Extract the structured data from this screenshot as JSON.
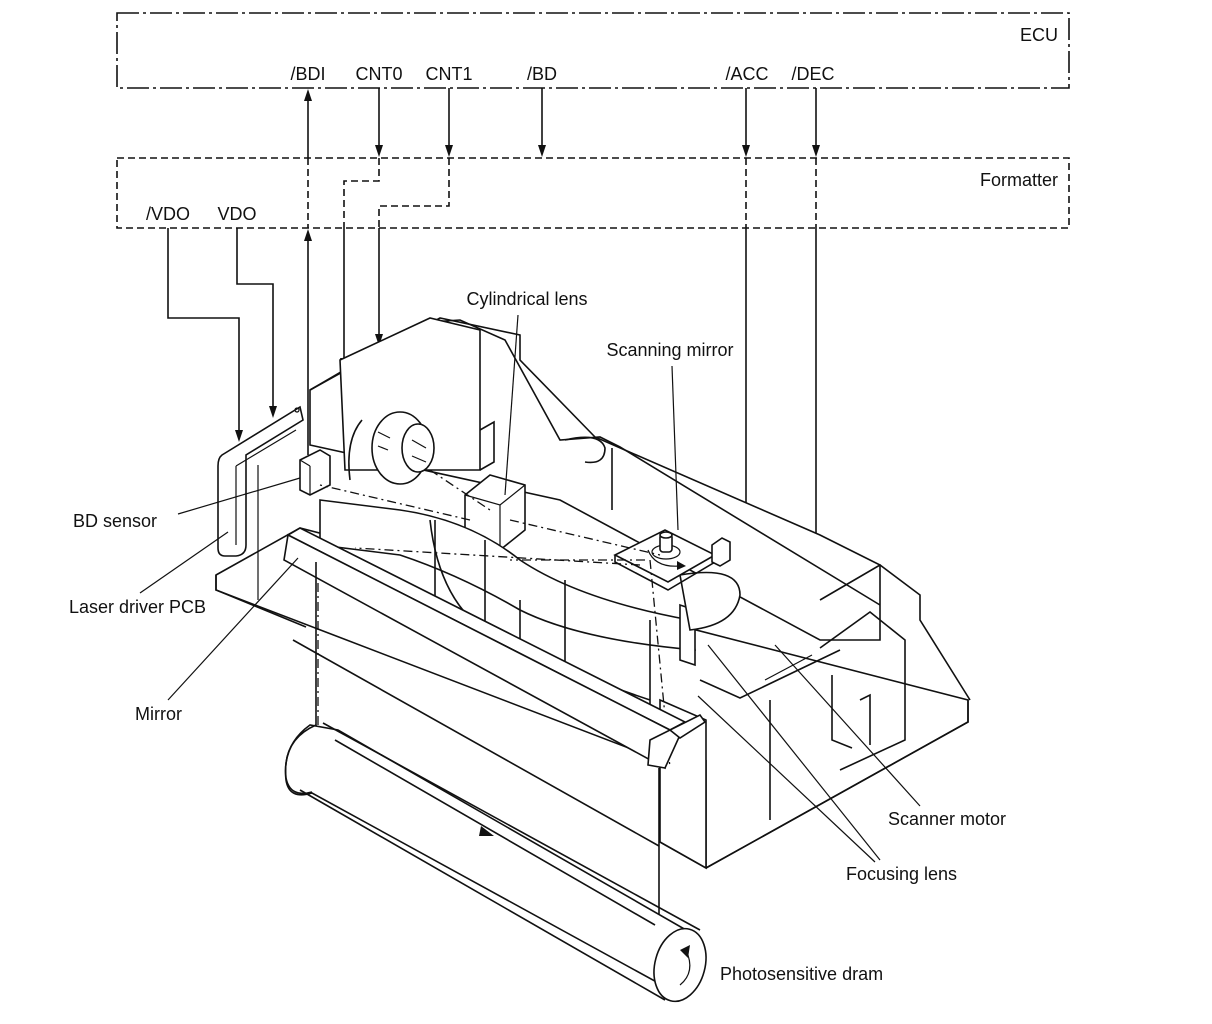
{
  "diagram": {
    "type": "laser scanner unit block diagram",
    "blocks": {
      "ecu": {
        "label": "ECU",
        "border_style": "dash-dot"
      },
      "formatter": {
        "label": "Formatter",
        "border_style": "dashed"
      }
    },
    "signals": {
      "bdi": "/BDI",
      "cnt0": "CNT0",
      "cnt1": "CNT1",
      "bd": "/BD",
      "acc": "/ACC",
      "dec": "/DEC",
      "nvdo": "/VDO",
      "vdo": "VDO"
    },
    "connections": [
      {
        "signal": "/BDI",
        "from": "BD sensor",
        "to": "ECU",
        "direction": "up",
        "passes_through": "Formatter"
      },
      {
        "signal": "CNT0",
        "from": "ECU",
        "to": "Formatter",
        "continues_to": "Laser driver PCB",
        "direction": "down"
      },
      {
        "signal": "CNT1",
        "from": "ECU",
        "to": "Formatter",
        "continues_to": "Laser driver PCB",
        "direction": "down"
      },
      {
        "signal": "/BD",
        "from": "ECU",
        "to": "Formatter",
        "direction": "down"
      },
      {
        "signal": "/ACC",
        "from": "ECU",
        "to": "Scanner motor",
        "direction": "down",
        "passes_through": "Formatter"
      },
      {
        "signal": "/DEC",
        "from": "ECU",
        "to": "Scanner motor",
        "direction": "down",
        "passes_through": "Formatter"
      },
      {
        "signal": "/VDO",
        "from": "Formatter",
        "to": "Laser driver PCB",
        "direction": "down"
      },
      {
        "signal": "VDO",
        "from": "Formatter",
        "to": "Laser driver PCB",
        "direction": "down"
      }
    ],
    "components": {
      "cylindrical_lens": "Cylindrical lens",
      "scanning_mirror": "Scanning mirror",
      "bd_sensor": "BD sensor",
      "laser_driver_pcb": "Laser driver PCB",
      "mirror": "Mirror",
      "scanner_motor": "Scanner motor",
      "focusing_lens": "Focusing lens",
      "photosensitive_drum": "Photosensitive dram"
    }
  }
}
